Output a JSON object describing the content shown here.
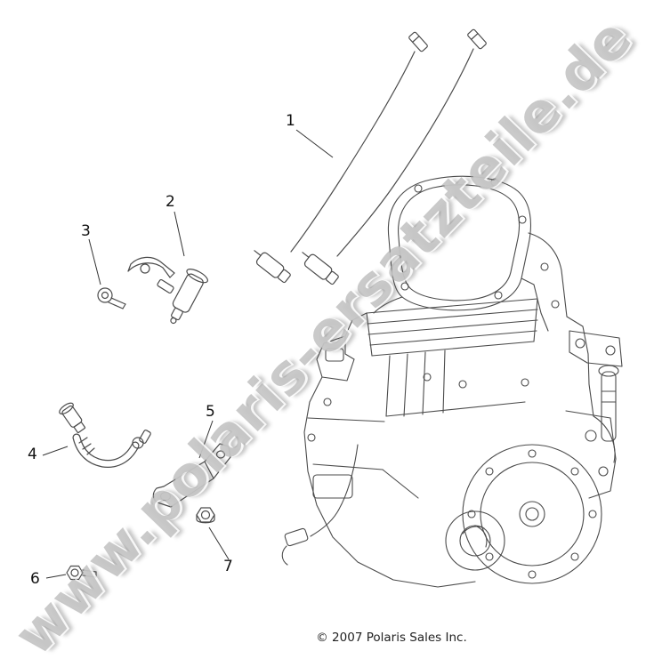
{
  "diagram": {
    "watermark_text": "www.polaris-ersatzteile.de",
    "copyright_text": "© 2007 Polaris Sales Inc.",
    "callouts": [
      {
        "label": "1"
      },
      {
        "label": "2"
      },
      {
        "label": "3"
      },
      {
        "label": "4"
      },
      {
        "label": "5"
      },
      {
        "label": "6"
      },
      {
        "label": "7"
      }
    ]
  },
  "colors": {
    "background": "#ffffff",
    "line_art": "#4b4b4b",
    "leader_line": "#333333",
    "watermark": "#9e9e9e",
    "text": "#111111"
  }
}
